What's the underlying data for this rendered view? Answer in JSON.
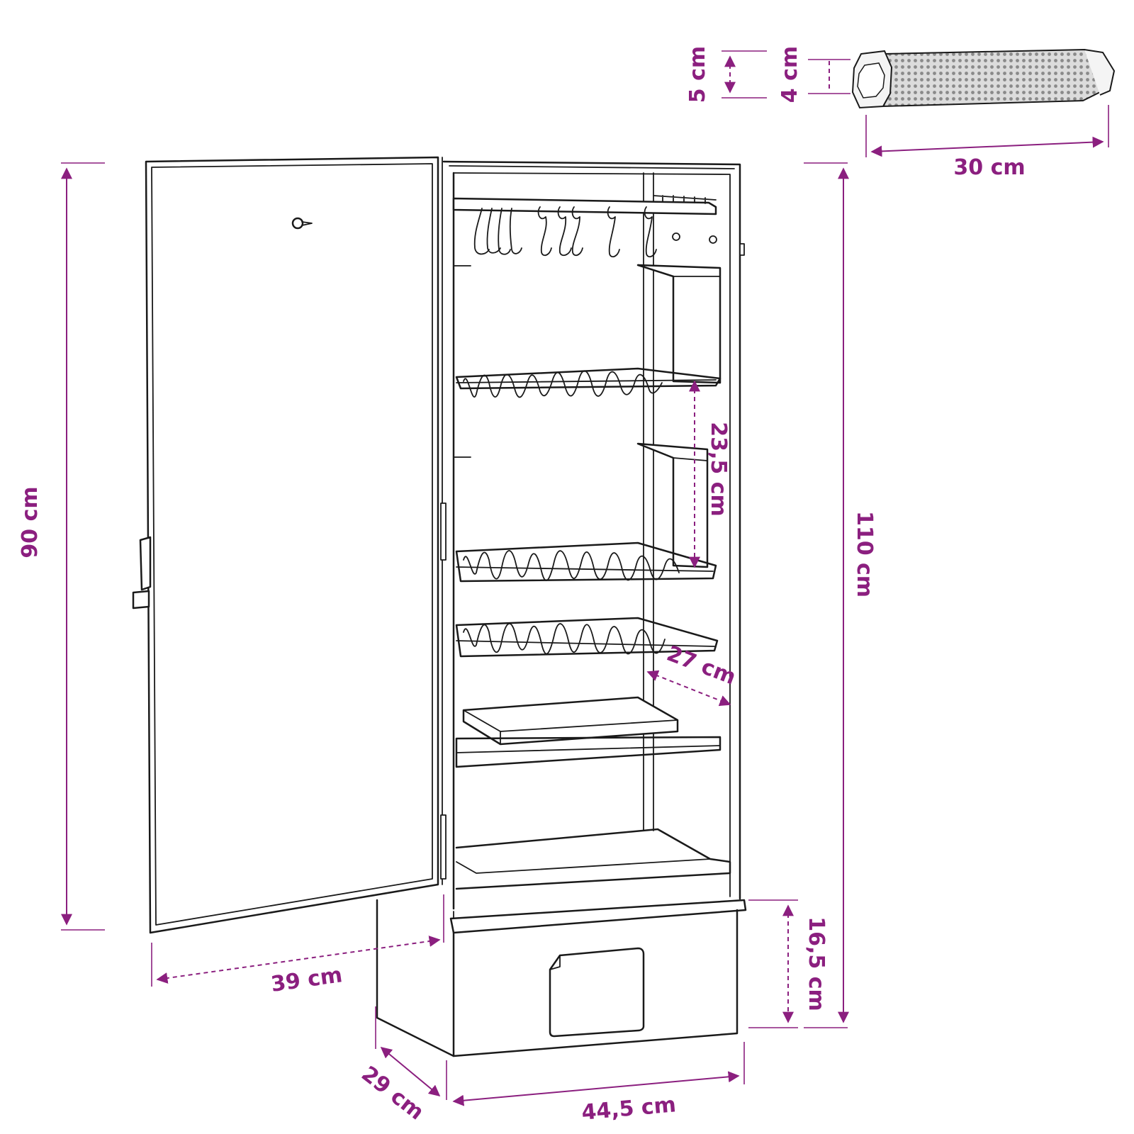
{
  "colors": {
    "dimension": "#8b1f7f",
    "outline": "#1a1a1a",
    "background": "#ffffff"
  },
  "dimensions": {
    "tube_outer_height": "5 cm",
    "tube_inner_height": "4 cm",
    "tube_length": "30 cm",
    "door_height": "90 cm",
    "total_height": "110 cm",
    "rack_spacing": "23,5 cm",
    "rack_depth": "27 cm",
    "door_width": "39 cm",
    "cabinet_depth": "29 cm",
    "cabinet_width": "44,5 cm",
    "base_height": "16,5 cm"
  }
}
